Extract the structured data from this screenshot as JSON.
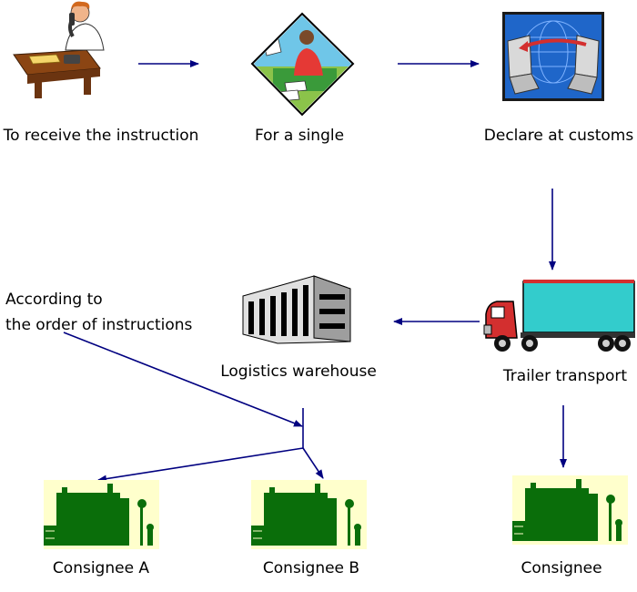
{
  "nodes": {
    "receive": {
      "label": "To receive the instruction",
      "icon": "person-on-phone-icon"
    },
    "single": {
      "label": "For a single",
      "icon": "clerk-with-documents-icon"
    },
    "customs": {
      "label": "Declare at customs",
      "icon": "computer-globe-icon"
    },
    "trailer": {
      "label": "Trailer transport",
      "icon": "truck-icon"
    },
    "warehouse": {
      "label": "Logistics warehouse",
      "icon": "warehouse-building-icon"
    },
    "consignee_a": {
      "label": "Consignee A",
      "icon": "factory-icon"
    },
    "consignee_b": {
      "label": "Consignee B",
      "icon": "factory-icon"
    },
    "consignee": {
      "label": "Consignee",
      "icon": "factory-icon"
    }
  },
  "note": {
    "line1": "According to",
    "line2": "the order of instructions"
  },
  "colors": {
    "arrow": "#000080",
    "factory": "#0a6e0a",
    "factory_bg": "#ffffcc",
    "trailer": "#33cccc"
  }
}
